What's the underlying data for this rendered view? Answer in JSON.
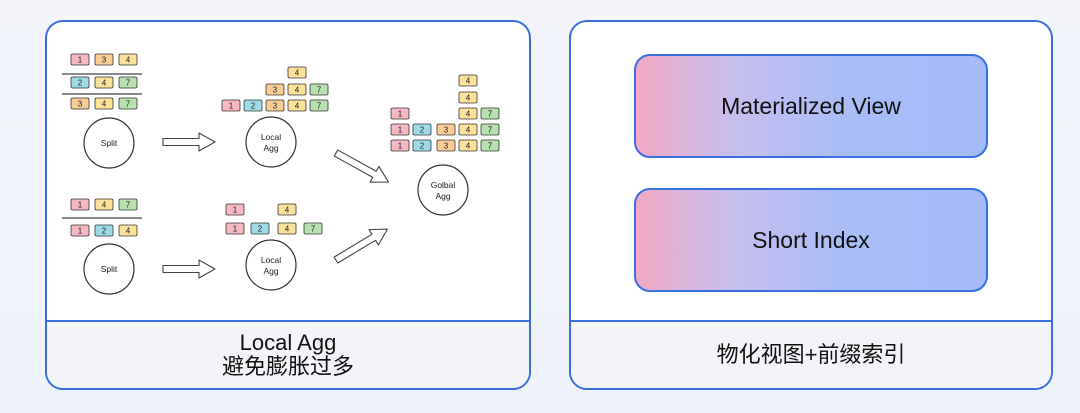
{
  "left_panel": {
    "caption_line1": "Local Agg",
    "caption_line2": "避免膨胀过多",
    "nodes": {
      "split_top": "Split",
      "local_top_1": "Local",
      "local_top_2": "Agg",
      "split_bottom": "Split",
      "local_bottom_1": "Local",
      "local_bottom_2": "Agg",
      "global_1": "Golbal",
      "global_2": "Agg"
    },
    "colors": {
      "1": "#f6b8c2",
      "2": "#9fdbe6",
      "3": "#f9cc97",
      "4": "#fbe29a",
      "7": "#b8e0b0"
    }
  },
  "right_panel": {
    "box1": "Materialized View",
    "box2": "Short Index",
    "caption": "物化视图+前缀索引"
  }
}
